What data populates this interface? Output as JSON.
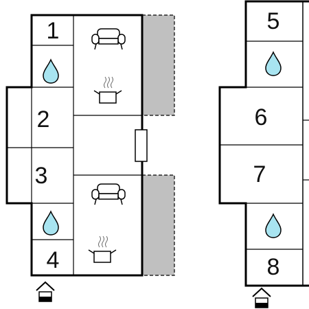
{
  "floorplan": {
    "left_unit": {
      "rooms": [
        {
          "number": "1"
        },
        {
          "number": "2"
        },
        {
          "number": "3"
        },
        {
          "number": "4"
        }
      ],
      "icons": [
        "bathroom-drop-icon",
        "bathroom-drop-icon",
        "sofa-icon",
        "kitchen-pot-icon",
        "sofa-icon",
        "kitchen-pot-icon",
        "entrance-icon"
      ],
      "terrace_count": 2
    },
    "right_unit": {
      "rooms": [
        {
          "number": "5"
        },
        {
          "number": "6"
        },
        {
          "number": "7"
        },
        {
          "number": "8"
        }
      ],
      "icons": [
        "bathroom-drop-icon",
        "bathroom-drop-icon",
        "entrance-icon"
      ]
    },
    "colors": {
      "wall": "#000000",
      "terrace": "#c0c0c0",
      "drop": "#a8e4f0",
      "background": "#ffffff"
    }
  }
}
